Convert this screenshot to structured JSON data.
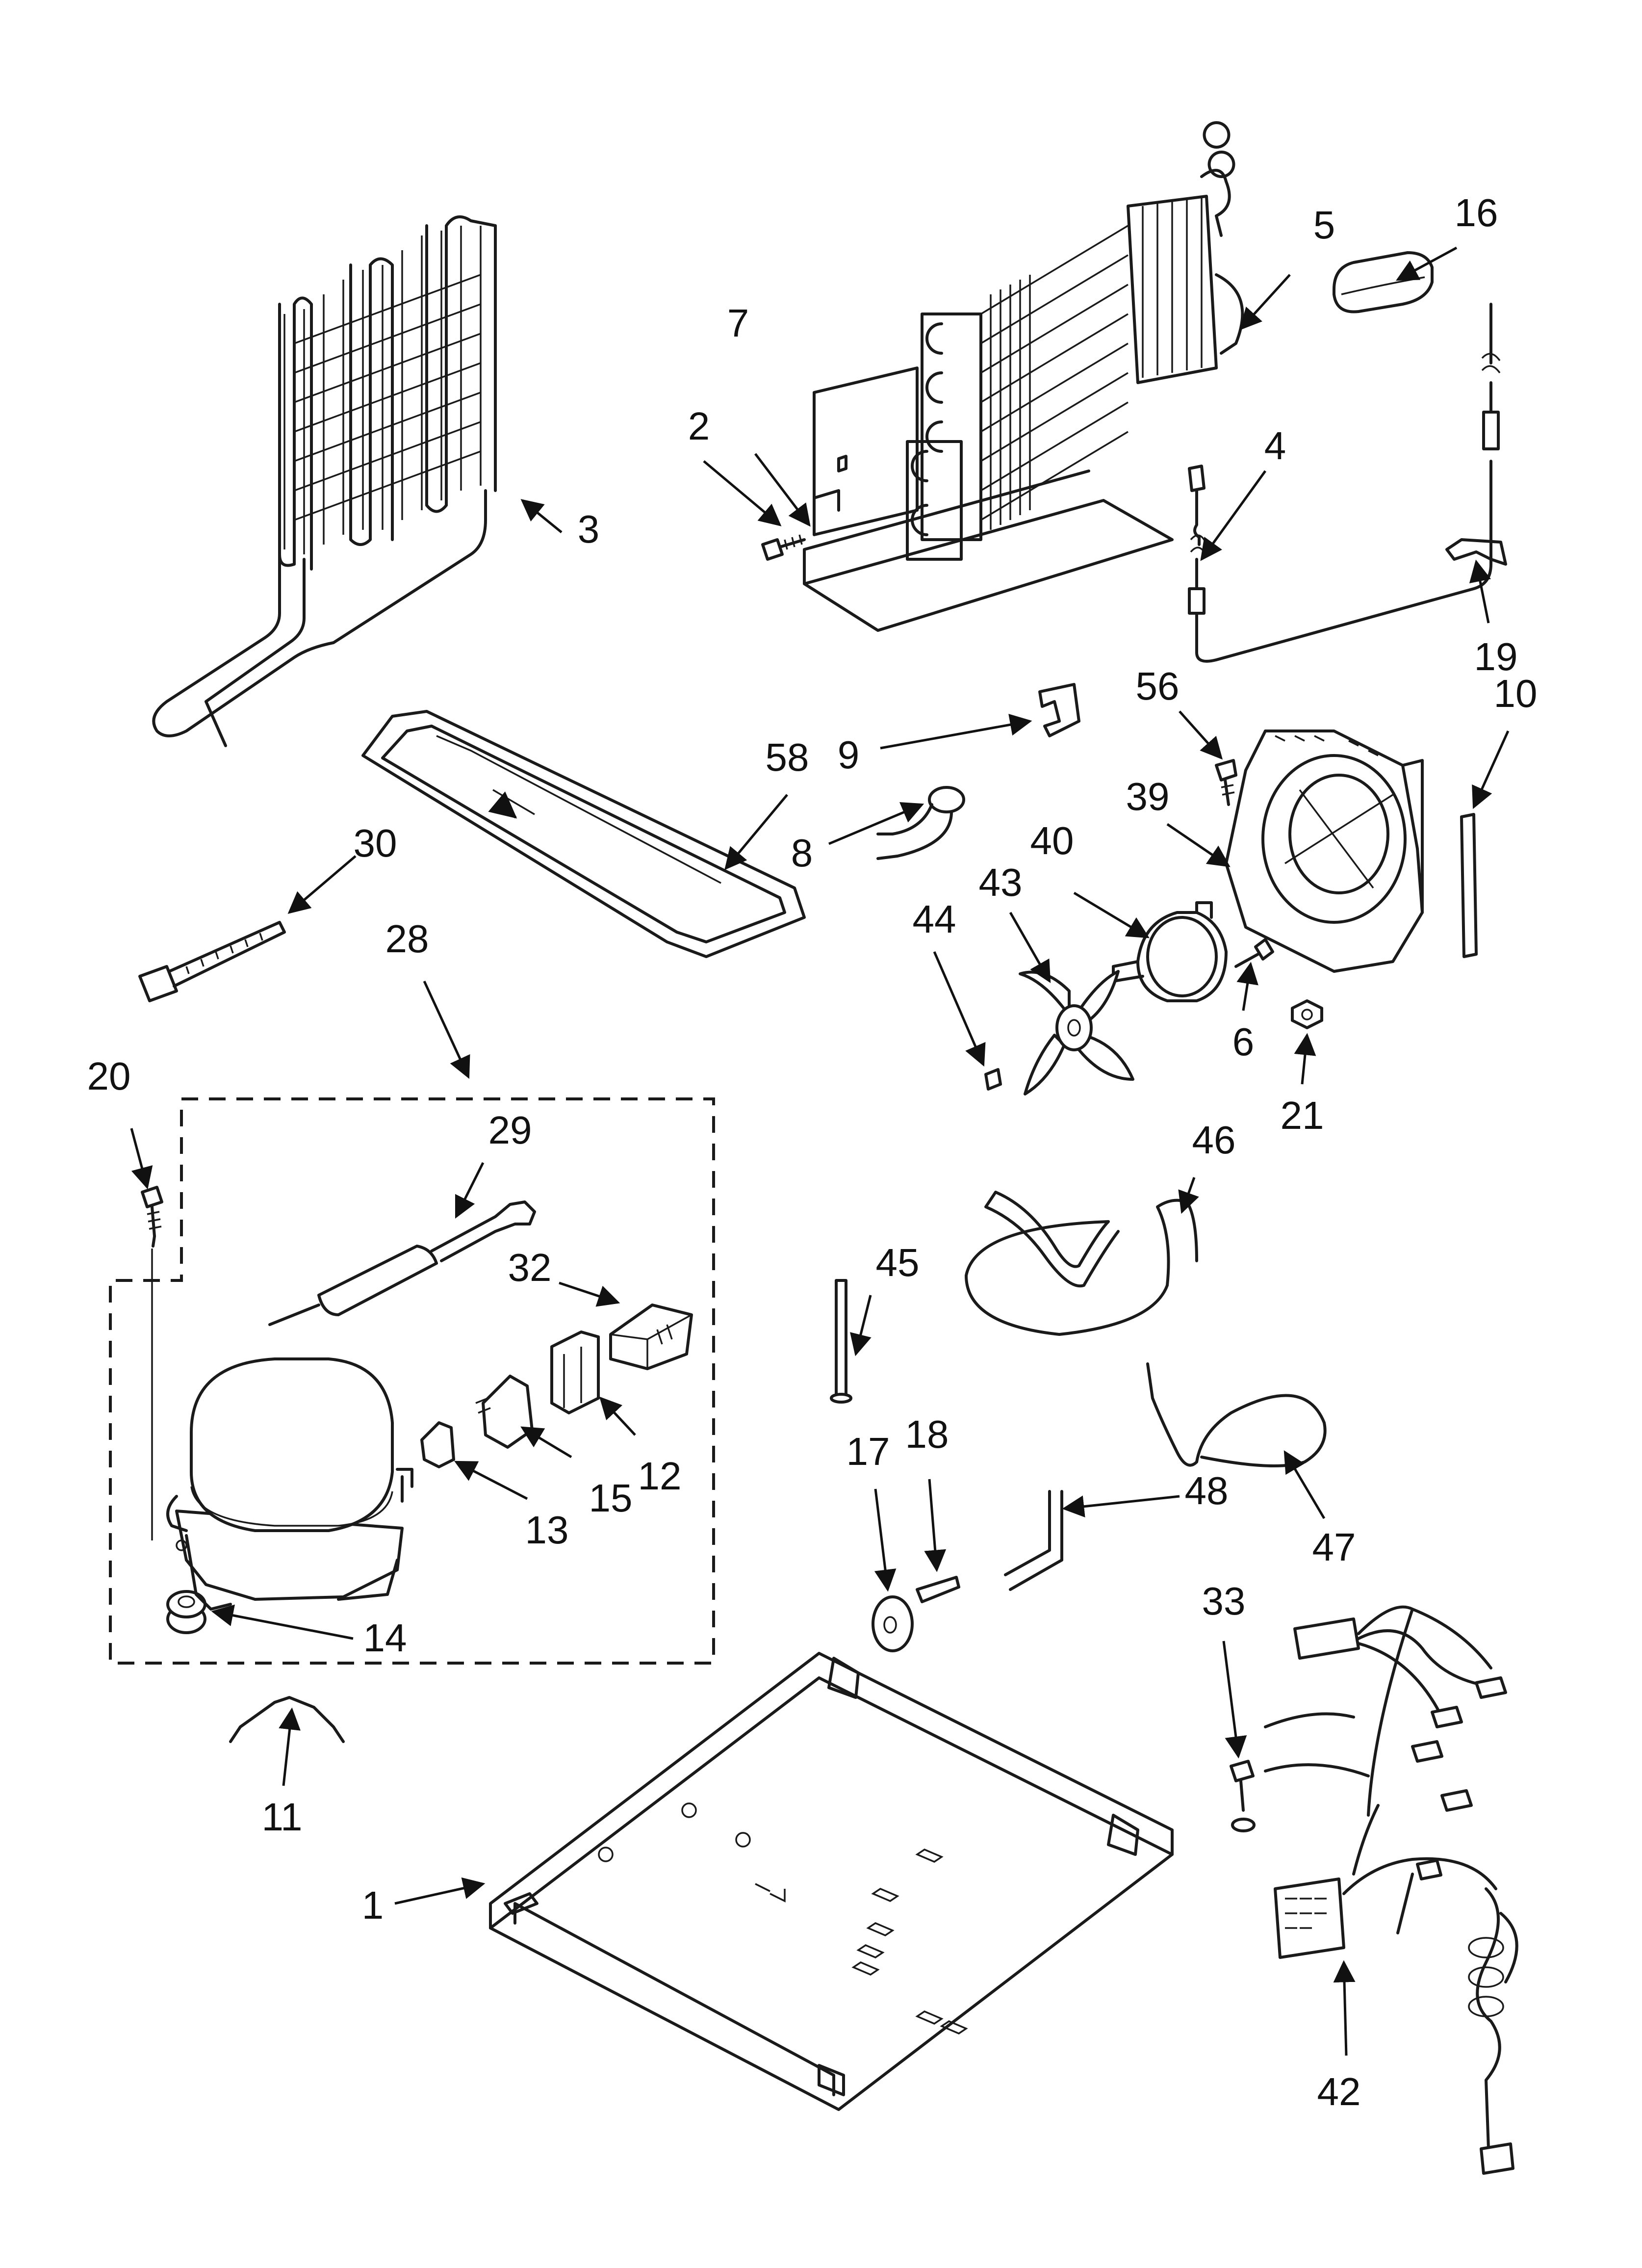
{
  "diagram": {
    "type": "exploded parts diagram",
    "callouts": {
      "p1": "1",
      "p2": "2",
      "p3": "3",
      "p4": "4",
      "p5": "5",
      "p6": "6",
      "p7": "7",
      "p8": "8",
      "p9": "9",
      "p10": "10",
      "p11": "11",
      "p12": "12",
      "p13": "13",
      "p14": "14",
      "p15": "15",
      "p16": "16",
      "p17": "17",
      "p18": "18",
      "p19": "19",
      "p20": "20",
      "p21": "21",
      "p28": "28",
      "p29": "29",
      "p30": "30",
      "p32": "32",
      "p33": "33",
      "p39": "39",
      "p40": "40",
      "p42": "42",
      "p43": "43",
      "p44": "44",
      "p45": "45",
      "p46": "46",
      "p47": "47",
      "p48": "48",
      "p56": "56",
      "p58": "58"
    }
  }
}
